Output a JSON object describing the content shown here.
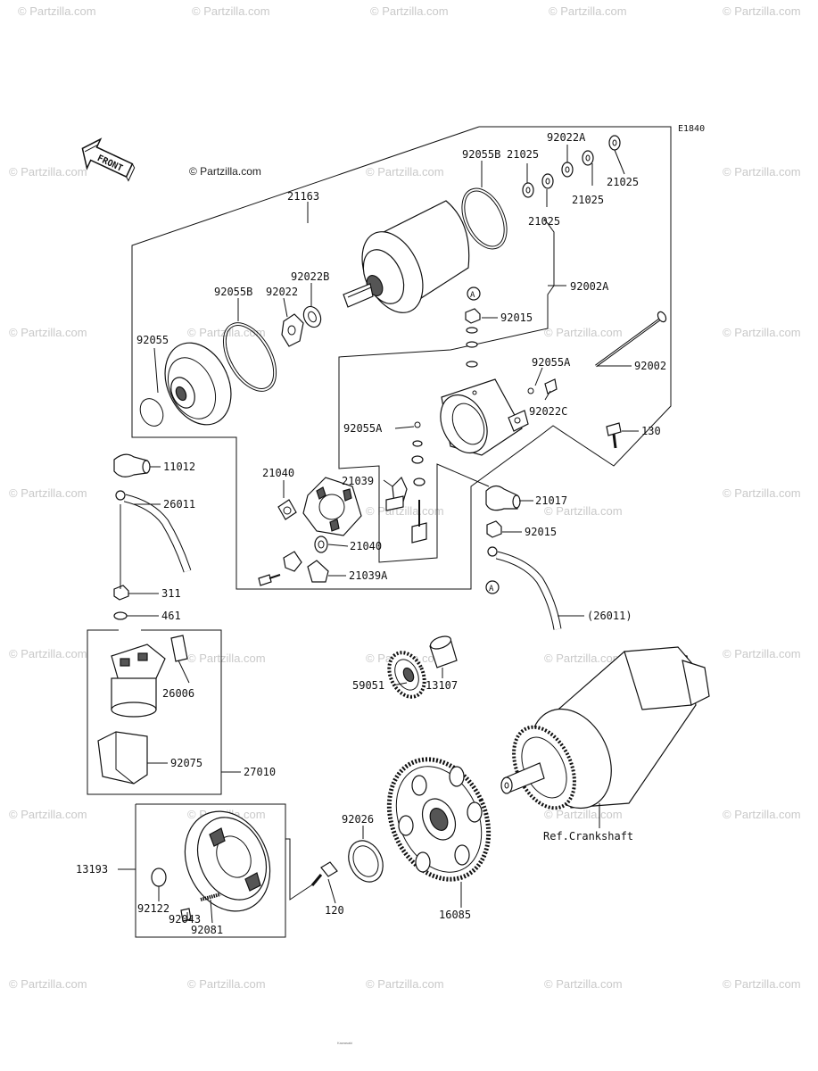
{
  "diagram_code": "E1840",
  "copyright": "© Partzilla.com",
  "front_label": "FRONT",
  "watermark_text": "© Partzilla.com",
  "footer_line1": "Kawasaki",
  "footer_line2": "",
  "callouts": {
    "c21163": "21163",
    "c92055B_top": "92055B",
    "c21025_a": "21025",
    "c92022A": "92022A",
    "c21025_b": "21025",
    "c21025_c": "21025",
    "c21025_d": "21025",
    "c92002A": "92002A",
    "c92055B_left": "92055B",
    "c92022": "92022",
    "c92022B": "92022B",
    "c92055": "92055",
    "cA_top": "A",
    "c92015_top": "92015",
    "c92055A_right": "92055A",
    "c92002": "92002",
    "c92022C": "92022C",
    "c92055A_left": "92055A",
    "c130": "130",
    "c11012": "11012",
    "c21040_top": "21040",
    "c21039": "21039",
    "c21017": "21017",
    "c26011": "26011",
    "c92015_bot": "92015",
    "c21040_bot": "21040",
    "c21039A": "21039A",
    "cA_bot": "A",
    "c311": "311",
    "c461": "461",
    "c26011_ref": "(26011)",
    "c26006": "26006",
    "c59051": "59051",
    "c13107": "13107",
    "c92075": "92075",
    "c27010": "27010",
    "c_ref_crank": "Ref.Crankshaft",
    "c92026": "92026",
    "c13193": "13193",
    "c120": "120",
    "c92122": "92122",
    "c92043": "92043",
    "c92081": "92081",
    "c16085": "16085"
  }
}
